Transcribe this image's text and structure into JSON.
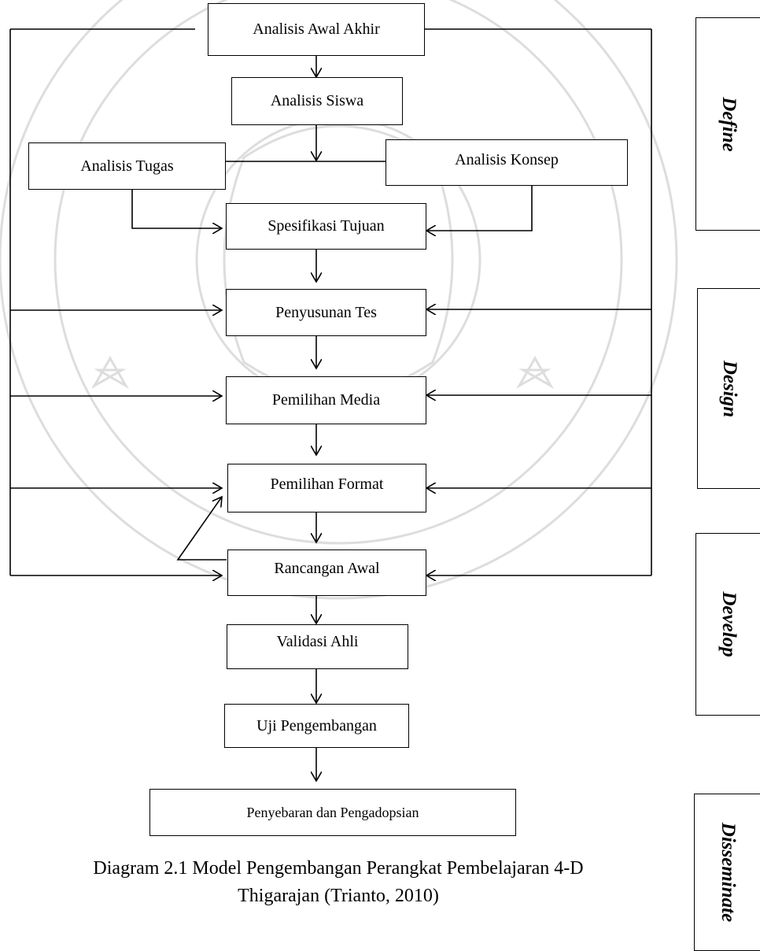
{
  "diagram": {
    "nodes": {
      "analisis_awal_akhir": "Analisis Awal Akhir",
      "analisis_siswa": "Analisis Siswa",
      "analisis_tugas": "Analisis Tugas",
      "analisis_konsep": "Analisis Konsep",
      "spesifikasi_tujuan": "Spesifikasi Tujuan",
      "penyusunan_tes": "Penyusunan Tes",
      "pemilihan_media": "Pemilihan Media",
      "pemilihan_format": "Pemilihan Format",
      "rancangan_awal": "Rancangan Awal",
      "validasi_ahli": "Validasi Ahli",
      "uji_pengembangan": "Uji Pengembangan",
      "penyebaran": "Penyebaran dan Pengadopsian"
    },
    "phases": {
      "define": "Define",
      "design": "Design",
      "develop": "Develop",
      "disseminate": "Disseminate"
    }
  },
  "caption": {
    "line1": "Diagram 2.1 Model Pengembangan Perangkat Pembelajaran 4-D",
    "line2": "Thigarajan (Trianto, 2010)"
  },
  "colors": {
    "line": "#000000",
    "watermark": "#c8c8c8"
  }
}
